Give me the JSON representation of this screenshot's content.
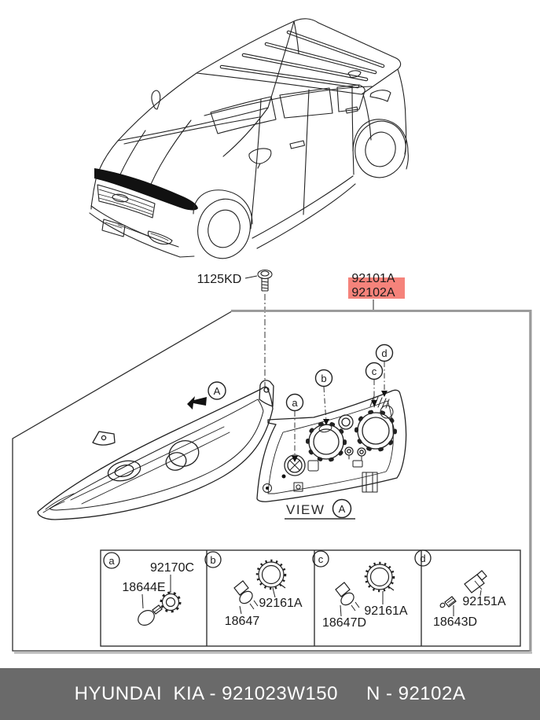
{
  "colors": {
    "highlight_bg": "#f5837b",
    "highlight_text": "#9c2f28",
    "footer_bg": "#6a6a6a",
    "footer_text": "#ffffff",
    "frame_gray": "#9b9b9b",
    "line_dark": "#222222"
  },
  "top_labels": {
    "bolt_ref": "1125KD",
    "assembly_ref": "92101A",
    "selected_ref": "92102A"
  },
  "front_view": {
    "arrow_letter": "A"
  },
  "rear_view": {
    "label": "VIEW",
    "letter": "A",
    "callouts": [
      "a",
      "b",
      "c",
      "d"
    ]
  },
  "parts_table": {
    "cells": [
      {
        "letter": "a",
        "parts": [
          {
            "ref": "92170C"
          },
          {
            "ref": "18644E"
          }
        ]
      },
      {
        "letter": "b",
        "parts": [
          {
            "ref": "92161A"
          },
          {
            "ref": "18647"
          }
        ]
      },
      {
        "letter": "c",
        "parts": [
          {
            "ref": "92161A"
          },
          {
            "ref": "18647D"
          }
        ]
      },
      {
        "letter": "d",
        "parts": [
          {
            "ref": "92151A"
          },
          {
            "ref": "18643D"
          }
        ]
      }
    ]
  },
  "footer": {
    "left": "HYUNDAI  KIA - 921023W150",
    "right": "N - 92102A"
  }
}
